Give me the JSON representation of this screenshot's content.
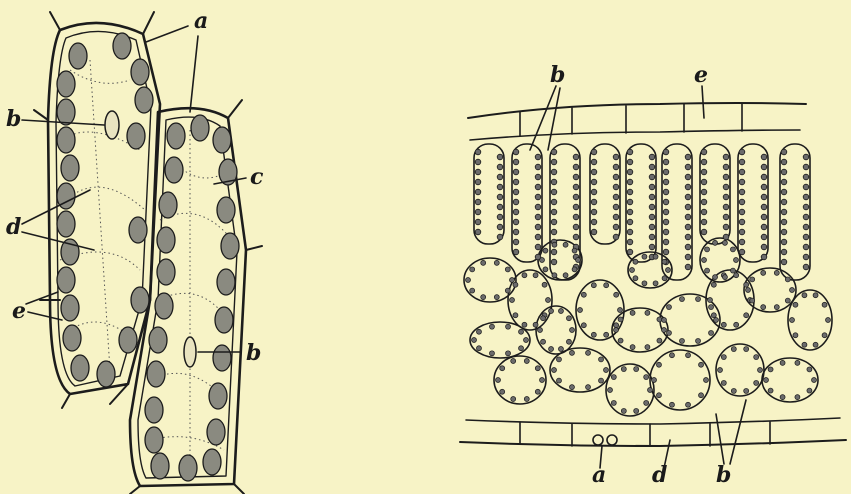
{
  "figure_left": {
    "labels": {
      "a": "a",
      "b_top": "b",
      "c": "c",
      "d": "d",
      "e": "e",
      "b_bottom": "b"
    }
  },
  "figure_right": {
    "labels": {
      "b_top": "b",
      "e": "e",
      "a": "a",
      "d": "d",
      "b_bottom": "b"
    }
  },
  "colors": {
    "background": "#f7f3c6",
    "ink": "#1c1c1c",
    "chloroplast": "#6b6b6b"
  }
}
